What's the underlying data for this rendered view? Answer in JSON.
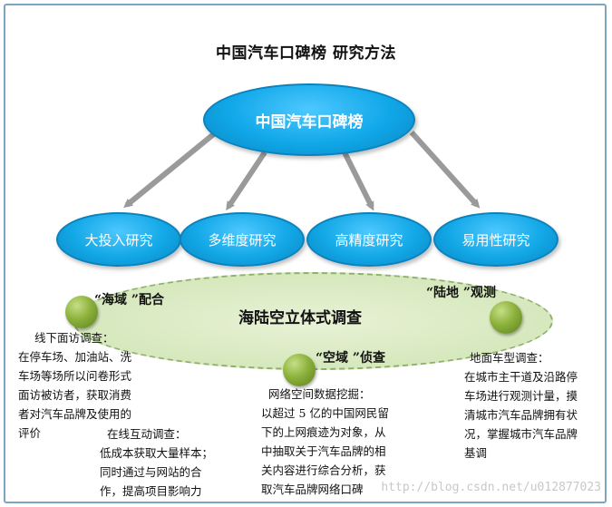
{
  "title": "中国汽车口碑榜  研究方法",
  "main_node": "中国汽车口碑榜",
  "research_nodes": [
    "大投入研究",
    "多维度研究",
    "高精度研究",
    "易用性研究"
  ],
  "survey": {
    "label": "海陆空立体式调查",
    "sea": {
      "label": "“海域 ”配合"
    },
    "land": {
      "label": "“陆地 ”观测"
    },
    "air": {
      "label": "“空域 ”侦查"
    }
  },
  "blocks": {
    "offline": {
      "lines": [
        "线下面访调查：",
        "在停车场、加油站、洗",
        "车场等场所以问卷形式",
        "面访被访者，获取消费",
        "者对汽车品牌及使用的",
        "评价"
      ]
    },
    "online": {
      "lines": [
        "在线互动调查：",
        "低成本获取大量样本；",
        "同时通过与网站的合",
        "作，提高项目影响力"
      ]
    },
    "web_mining": {
      "lines": [
        "网络空间数据挖掘：",
        "以超过 5 亿的中国网民留",
        "下的上网痕迹为对象，从",
        "中抽取关于汽车品牌的相",
        "关内容进行综合分析，获",
        "取汽车品牌网络口碑"
      ]
    },
    "ground": {
      "lines": [
        "地面车型调查：",
        "在城市主干道及沿路停",
        "车场进行观测计量，摸",
        "清城市汽车品牌拥有状",
        "况，掌握城市汽车品牌",
        "基调"
      ]
    }
  },
  "watermark": "http://blog.csdn.net/u012877023",
  "colors": {
    "frame": "#7aa6c2",
    "node_blue": "#10a7e8",
    "survey_green": "#d6e8bd",
    "ball_green": "#8cb23c",
    "arrow_gray": "#9a9a9a"
  }
}
